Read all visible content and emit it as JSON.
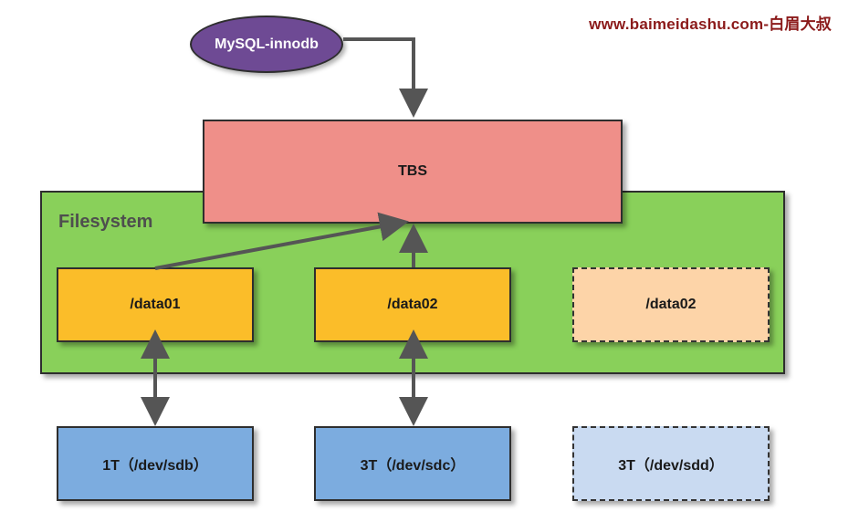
{
  "watermark": "www.baimeidashu.com-白眉大叔",
  "engine": "MySQL-innodb",
  "tablespace": "TBS",
  "filesystem_label": "Filesystem",
  "mounts": [
    "/data01",
    "/data02",
    "/data02"
  ],
  "disks": [
    "1T（/dev/sdb）",
    "3T（/dev/sdc）",
    "3T（/dev/sdd）"
  ],
  "colors": {
    "engine": "#6e4a94",
    "tablespace": "#ef8f89",
    "filesystem": "#89d05a",
    "mount": "#fbbd29",
    "mount_inactive": "#fdd4a8",
    "disk": "#7cacdf",
    "disk_inactive": "#c9daf1",
    "arrow": "#555555"
  }
}
